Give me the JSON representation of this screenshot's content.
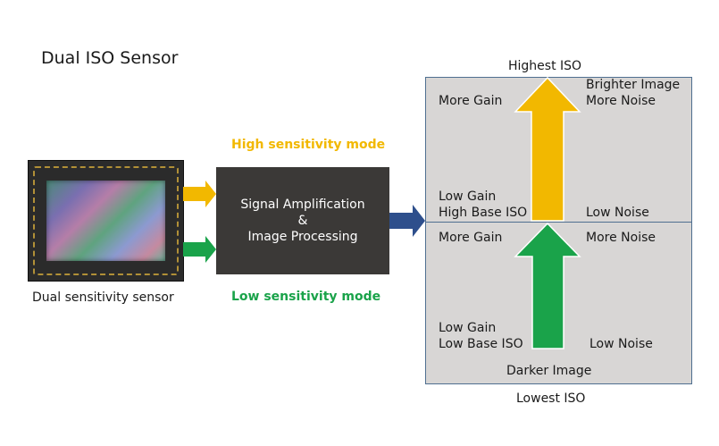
{
  "title": "Dual ISO Sensor",
  "sensor": {
    "caption": "Dual sensitivity sensor"
  },
  "modes": {
    "high": "High sensitivity mode",
    "low": "Low sensitivity mode"
  },
  "processing": {
    "line1": "Signal Amplification",
    "line2": "&",
    "line3": "Image Processing"
  },
  "iso_panel": {
    "top_label": "Highest ISO",
    "bottom_label": "Lowest ISO",
    "upper": {
      "more_gain": "More Gain",
      "brighter_image": "Brighter Image",
      "more_noise": "More Noise",
      "low_gain": "Low Gain",
      "high_base_iso": "High Base ISO",
      "low_noise": "Low Noise"
    },
    "lower": {
      "more_gain": "More Gain",
      "more_noise": "More Noise",
      "low_gain": "Low Gain",
      "low_base_iso": "Low Base ISO",
      "low_noise": "Low Noise",
      "darker_image": "Darker Image"
    }
  },
  "colors": {
    "high": "#f2b800",
    "low": "#1aa34a",
    "output_arrow": "#2e4f8c",
    "processor": "#3b3937",
    "panel": "#d8d6d5"
  }
}
